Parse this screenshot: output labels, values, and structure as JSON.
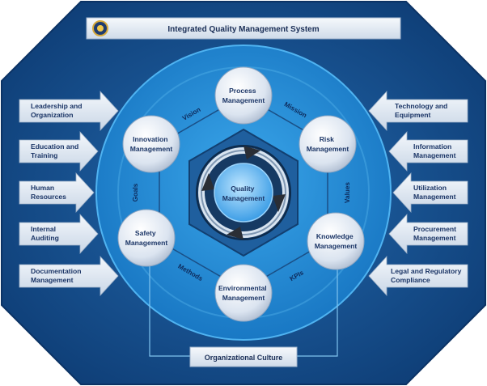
{
  "title": "Integrated Quality Management System",
  "center": {
    "line1": "Quality",
    "line2": "Management"
  },
  "nodes": [
    {
      "line1": "Process",
      "line2": "Management"
    },
    {
      "line1": "Risk",
      "line2": "Management"
    },
    {
      "line1": "Knowledge",
      "line2": "Management"
    },
    {
      "line1": "Environmental",
      "line2": "Management"
    },
    {
      "line1": "Safety",
      "line2": "Management"
    },
    {
      "line1": "Innovation",
      "line2": "Management"
    }
  ],
  "edge_labels": {
    "mission": "Mission",
    "values": "Values",
    "kpis": "KPIs",
    "methods": "Methods",
    "goals": "Goals",
    "vision": "Vision"
  },
  "left_inputs": [
    {
      "line1": "Leadership and",
      "line2": "Organization"
    },
    {
      "line1": "Education and",
      "line2": "Training"
    },
    {
      "line1": "Human",
      "line2": "Resources"
    },
    {
      "line1": "Internal",
      "line2": "Auditing"
    },
    {
      "line1": "Documentation",
      "line2": "Management"
    }
  ],
  "right_inputs": [
    {
      "line1": "Technology and",
      "line2": "Equipment"
    },
    {
      "line1": "Information",
      "line2": "Management"
    },
    {
      "line1": "Utilization",
      "line2": "Management"
    },
    {
      "line1": "Procurement",
      "line2": "Management"
    },
    {
      "line1": "Legal and Regulatory",
      "line2": "Compliance"
    }
  ],
  "footer": "Organizational Culture",
  "colors": {
    "background": "#174f8d",
    "outer_ring": "#2a8fd6",
    "inner_disc": "#1e7fc8",
    "hexagon": "#1f5f9e",
    "bubble": "#e4ecf6",
    "arrow": "#dbe6f3",
    "text": "#1b3566"
  },
  "icons": {
    "logo": "seal-logo-icon",
    "cycle": "circular-arrows-icon"
  }
}
